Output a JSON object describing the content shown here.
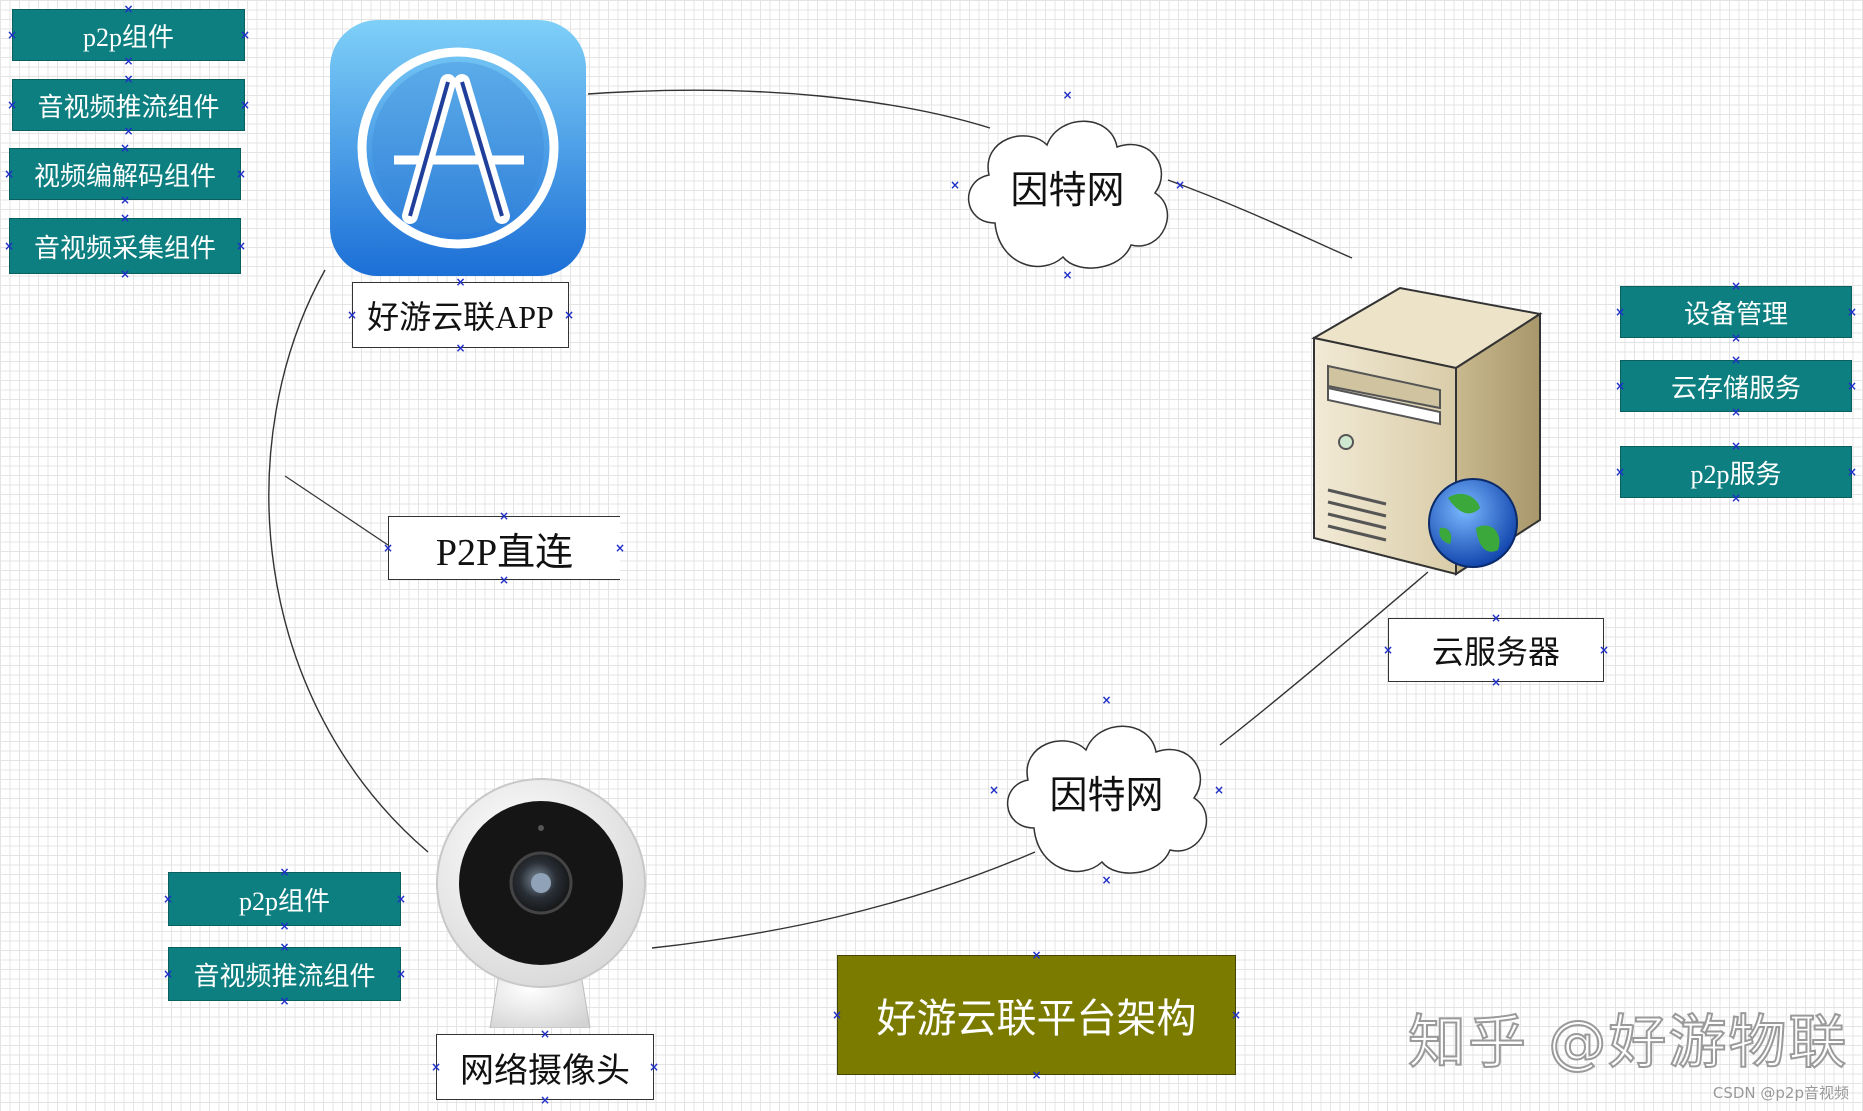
{
  "app_components": [
    "p2p组件",
    "音视频推流组件",
    "视频编解码组件",
    "音视频采集组件"
  ],
  "app_label": "好游云联APP",
  "internet_top": "因特网",
  "internet_bottom": "因特网",
  "p2p_label": "P2P直连",
  "server_services": [
    "设备管理",
    "云存储服务",
    "p2p服务"
  ],
  "server_label": "云服务器",
  "camera_components": [
    "p2p组件",
    "音视频推流组件"
  ],
  "camera_label": "网络摄像头",
  "title": "好游云联平台架构",
  "watermark": "知乎 @好游物联",
  "credit": "CSDN @p2p音视频",
  "colors": {
    "component_fill": "#0d7f80",
    "title_fill": "#7b7b00",
    "app_icon_blue": "#2f8fe0",
    "handle": "#1f2fc8"
  },
  "icons": [
    "app-store-icon",
    "server-icon",
    "globe-icon",
    "camera-icon",
    "cloud-shape"
  ]
}
